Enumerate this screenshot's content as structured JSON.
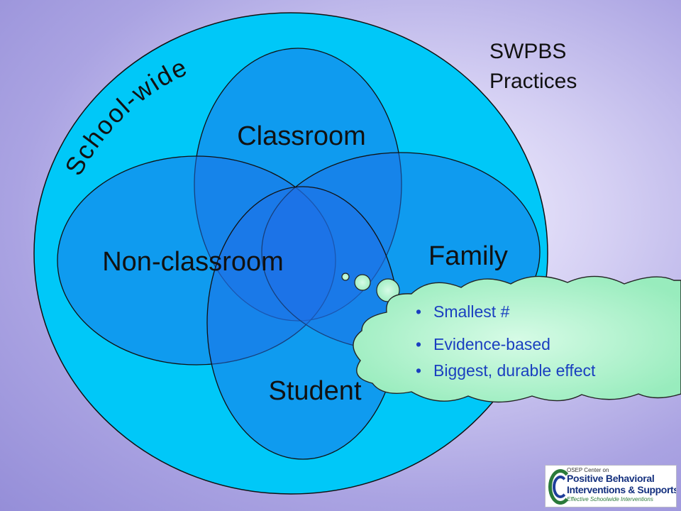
{
  "diagram": {
    "title": "SWPBS Practices",
    "title_lines": [
      "SWPBS",
      "Practices"
    ],
    "outer_label": "School-wide",
    "sets": {
      "classroom": "Classroom",
      "non_classroom": "Non-classroom",
      "family": "Family",
      "student": "Student"
    },
    "callout": {
      "bullets": [
        "Smallest #",
        "Evidence-based",
        "Biggest, durable effect"
      ]
    }
  },
  "logo": {
    "line1": "OSEP Center on",
    "line2": "Positive Behavioral",
    "line3": "Interventions & Supports",
    "line4": "Effective Schoolwide Interventions"
  },
  "colors": {
    "outer_fill": "#00c8f8",
    "ellipse_fill": "#1e6ee6",
    "callout_fill": "#a8f0c8",
    "bullet_text": "#1a3fc0"
  }
}
